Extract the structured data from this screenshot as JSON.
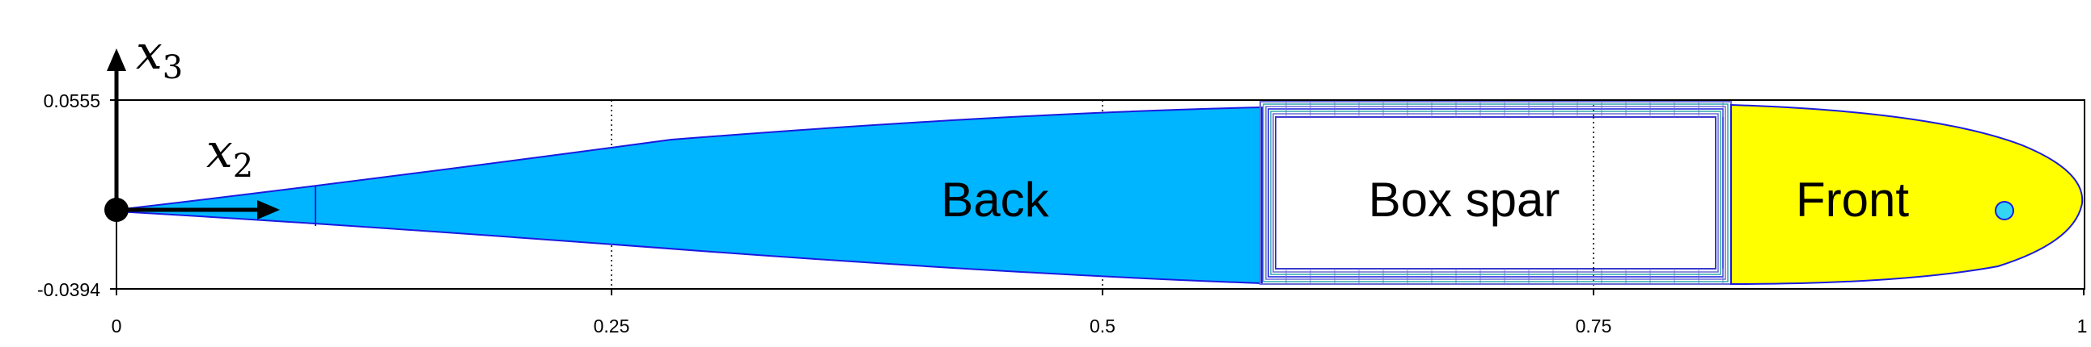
{
  "x_ticks": [
    "0",
    "0.25",
    "0.5",
    "0.75",
    "1"
  ],
  "y_ticks": [
    "0.0555",
    "-0.0394"
  ],
  "regions": {
    "back": "Back",
    "box_spar": "Box spar",
    "front": "Front"
  },
  "axes": {
    "vertical": {
      "var": "x",
      "sub": "3"
    },
    "horizontal": {
      "var": "x",
      "sub": "2"
    }
  },
  "colors": {
    "back_fill": "#00B5FF",
    "front_fill": "#FFFF00",
    "outline": "#1A1AE0",
    "spar_layer_a": "#6B6BD6",
    "spar_layer_b": "#2FA8A8",
    "frame": "#000000",
    "node_marker": "#33D6F2"
  }
}
